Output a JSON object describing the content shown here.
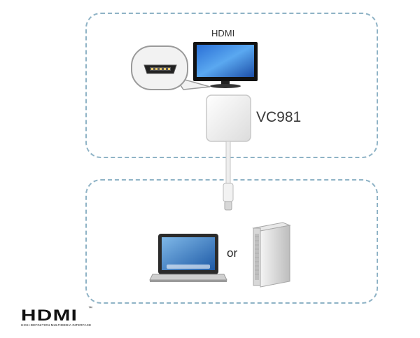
{
  "diagram": {
    "display_label": "HDMI",
    "adapter_model": "VC981",
    "separator_text": "or",
    "logo": {
      "wordmark": "HDMI",
      "trademark": "™",
      "tagline": "HIGH-DEFINITION MULTIMEDIA INTERFACE"
    }
  }
}
